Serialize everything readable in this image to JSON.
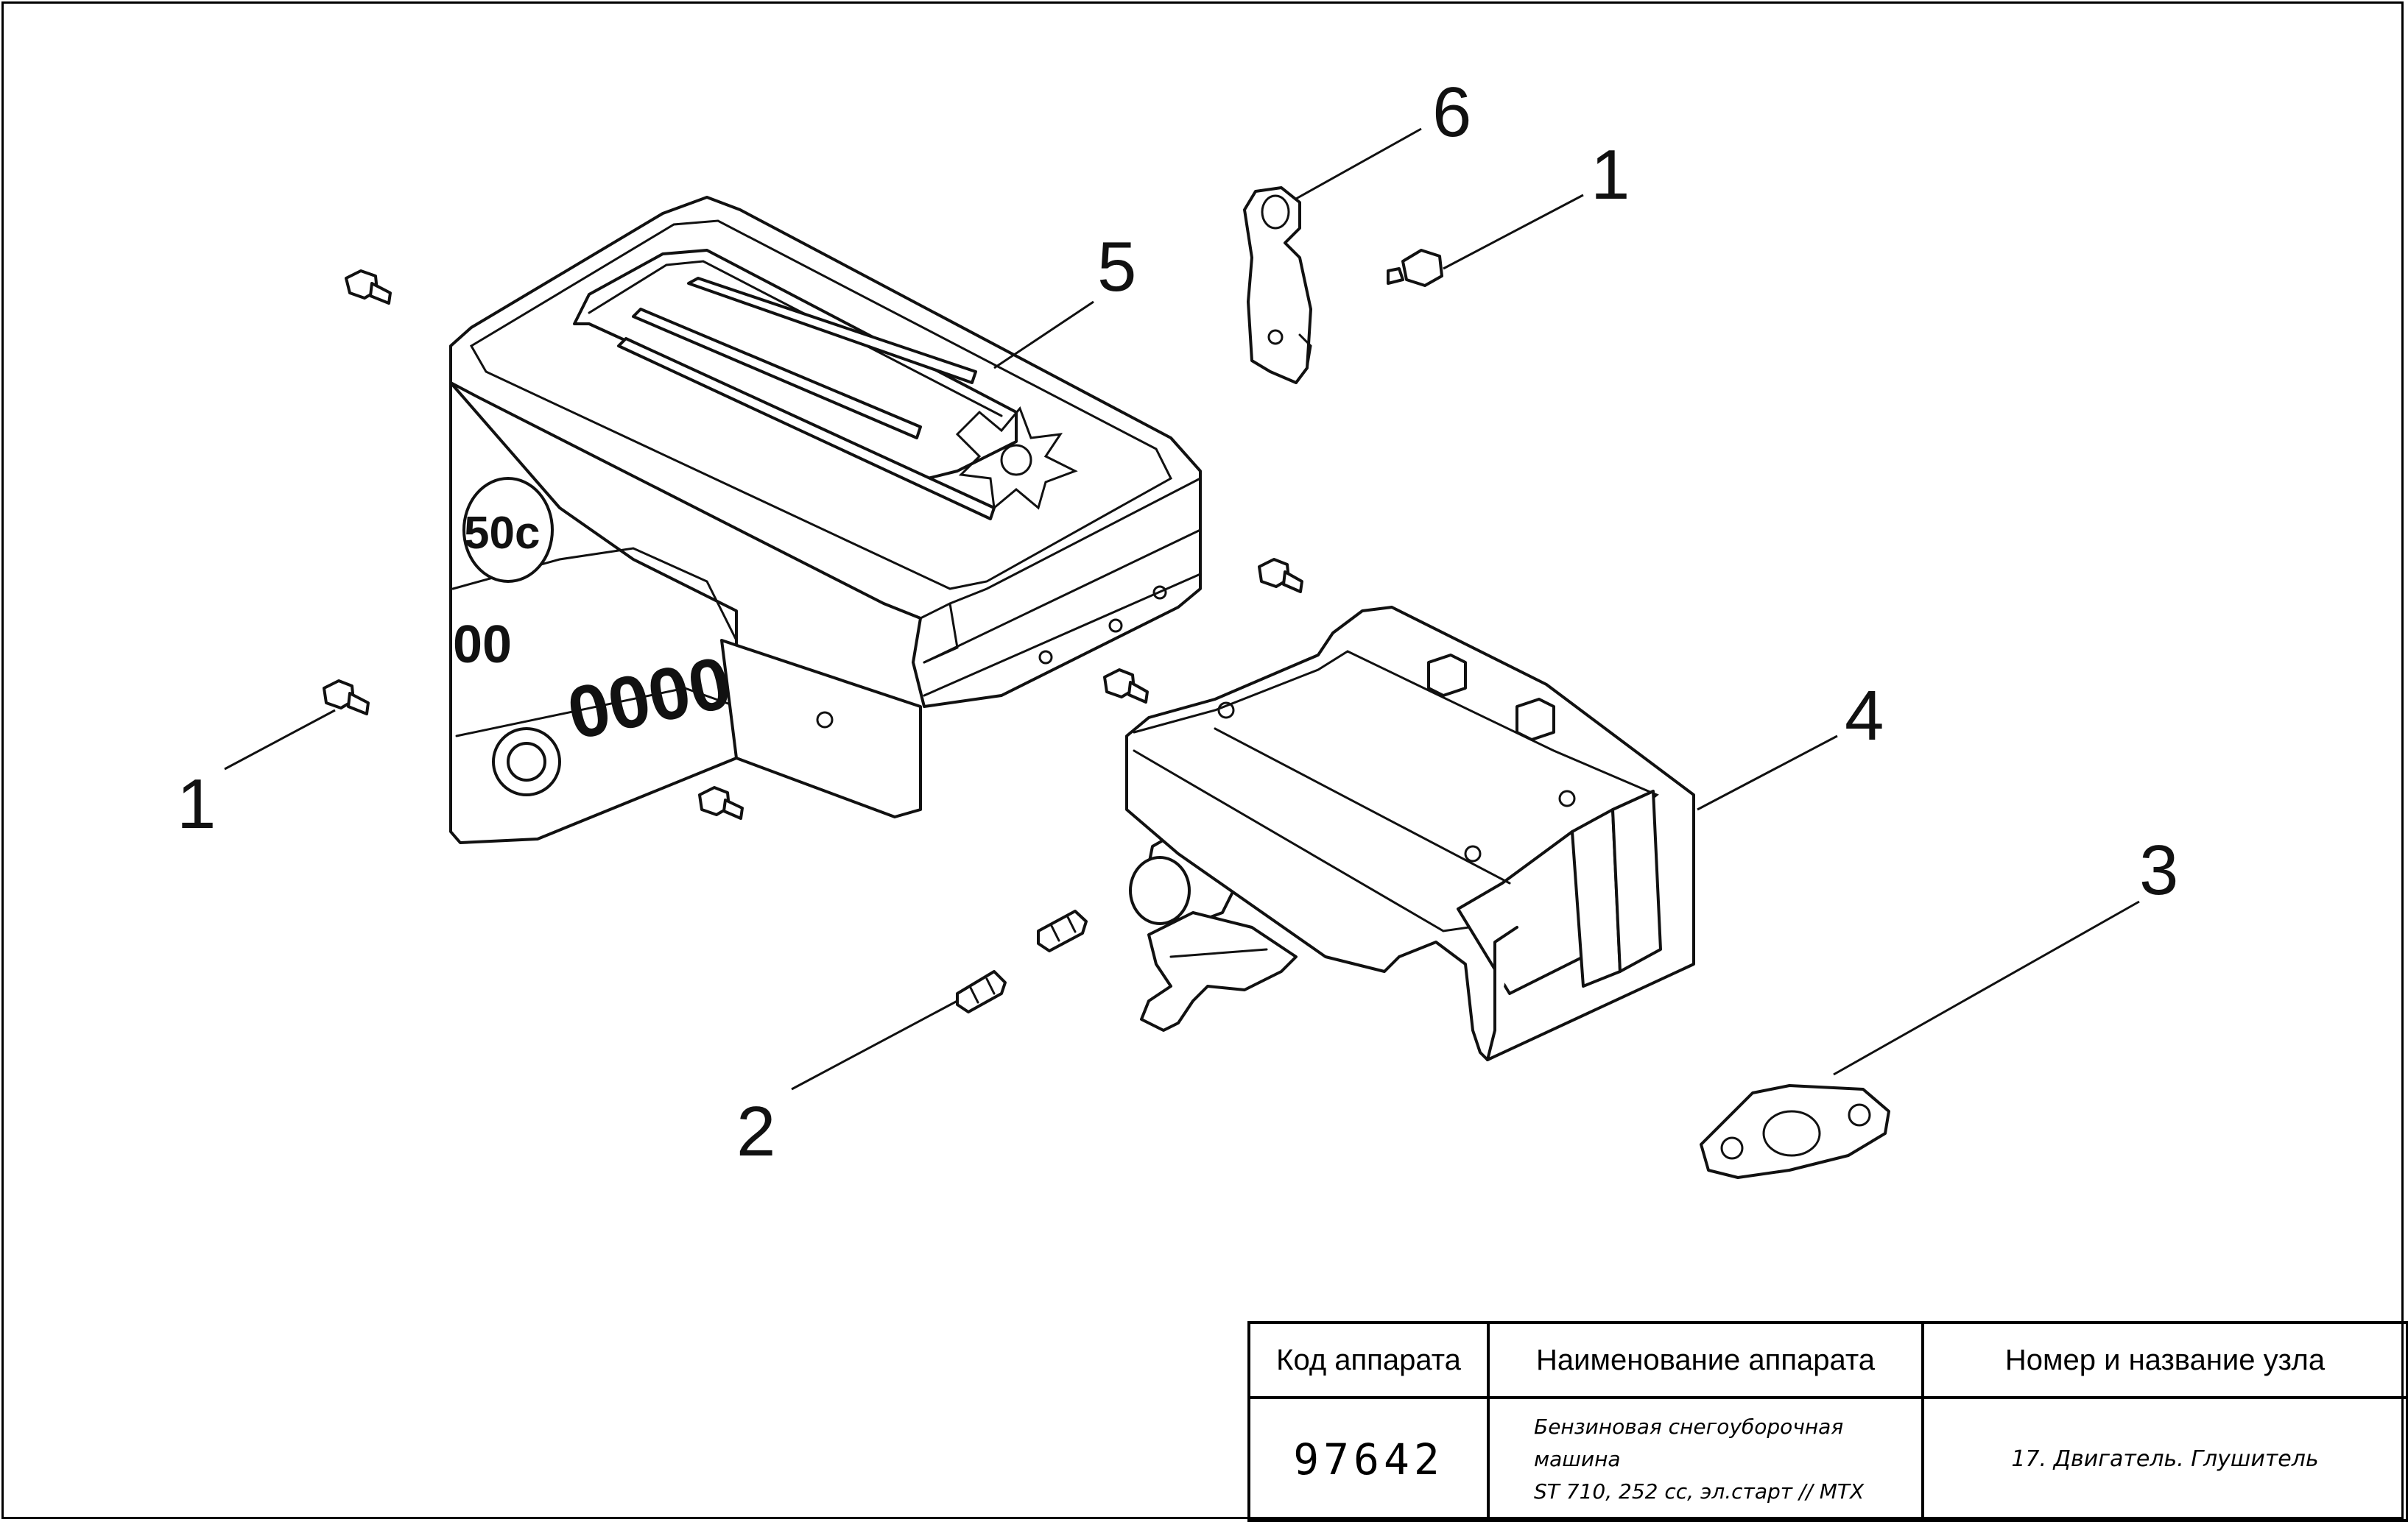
{
  "callouts": {
    "c6": "6",
    "c1_top": "1",
    "c5": "5",
    "c4": "4",
    "c1_left": "1",
    "c3": "3",
    "c2": "2"
  },
  "cover_marks": {
    "side_logo": "50c",
    "side_slots": "0000",
    "side_slots_upper": "00"
  },
  "title_block": {
    "header_code": "Код аппарата",
    "header_name": "Наименование аппарата",
    "header_unit": "Номер и название узла",
    "code": "97642",
    "name_line1": "Бензиновая снегоуборочная машина",
    "name_line2": "ST 710, 252 cc, эл.старт // MTX",
    "unit": "17. Двигатель. Глушитель"
  }
}
